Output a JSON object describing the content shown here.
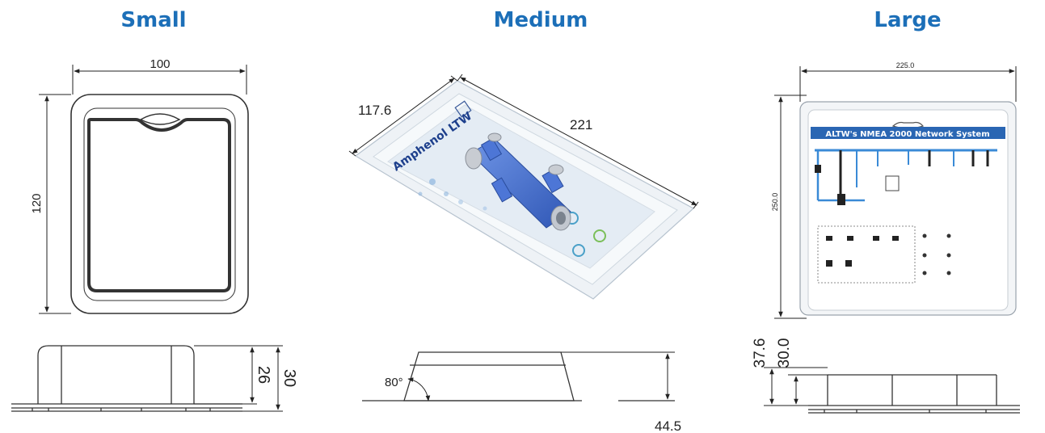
{
  "headers": {
    "small": "Small",
    "medium": "Medium",
    "large": "Large"
  },
  "small": {
    "width": "100",
    "height": "120",
    "depth_inner": "26",
    "depth_outer": "30"
  },
  "medium": {
    "depth": "117.6",
    "length": "221",
    "angle": "80°",
    "height": "44.5",
    "brand": "Amphenol LTW"
  },
  "large": {
    "width": "225.0",
    "height": "250.0",
    "depth_outer": "37.6",
    "depth_inner": "30.0",
    "card_title": "ALTW's NMEA 2000 Network System"
  },
  "colors": {
    "header": "#1c6fb8",
    "connector": "#3f6fd0",
    "card_band": "#2a66b3"
  }
}
